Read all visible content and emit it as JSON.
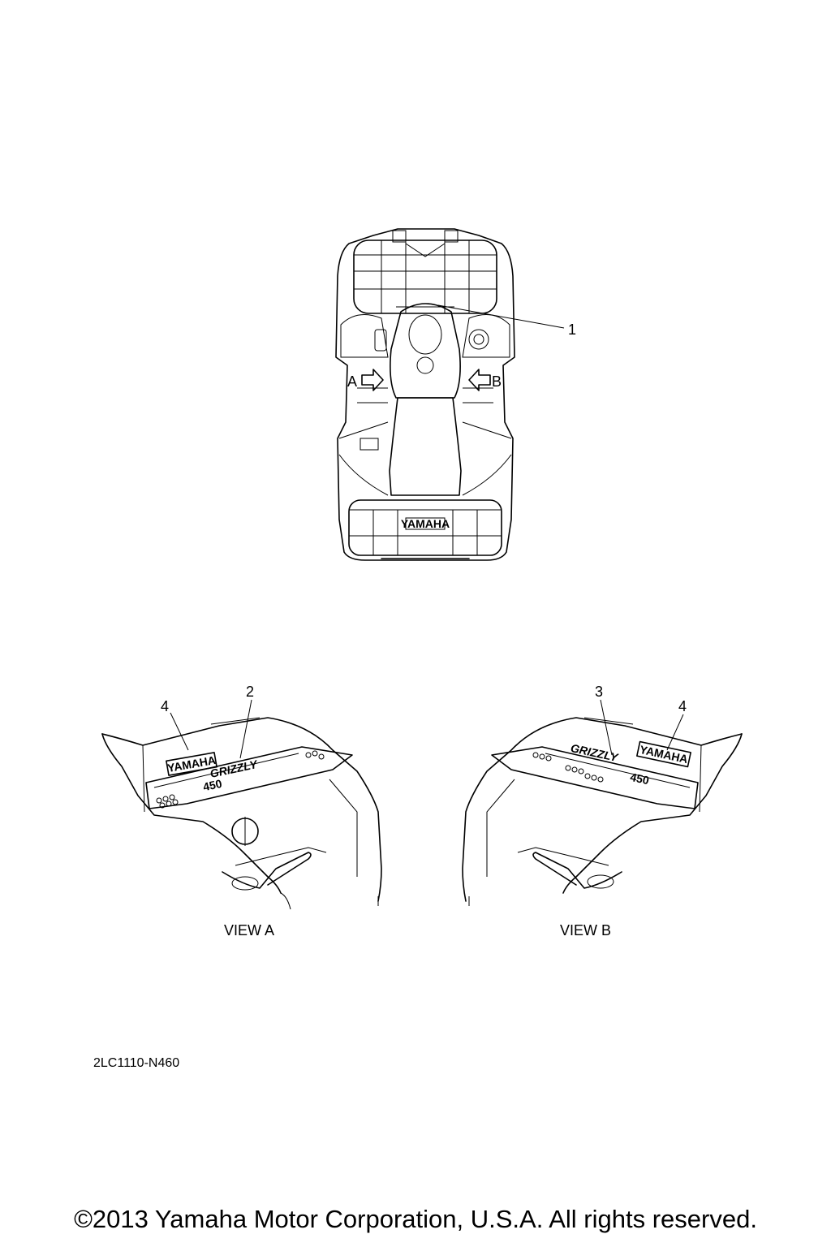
{
  "callouts": {
    "c1": "1",
    "c2": "2",
    "c3": "3",
    "c4_left": "4",
    "c4_right": "4"
  },
  "arrows": {
    "view_a": "A",
    "view_b": "B"
  },
  "views": {
    "view_a": "VIEW A",
    "view_b": "VIEW B"
  },
  "decals": {
    "brand": "YAMAHA",
    "model": "GRIZZLY",
    "displacement": "450"
  },
  "part_code": "2LC1110-N460",
  "copyright": "©2013 Yamaha Motor Corporation, U.S.A. All rights reserved."
}
